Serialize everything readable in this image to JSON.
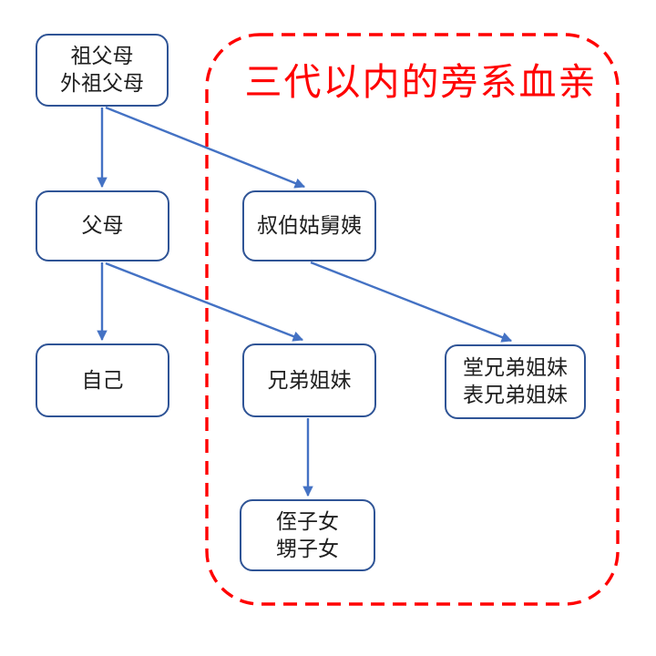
{
  "diagram": {
    "region": {
      "label": "三代以内的旁系血亲",
      "border_style": "dashed",
      "border_color": "#FF0000",
      "label_color": "#FF0000"
    },
    "colors": {
      "node_border": "#2F5496",
      "connector": "#4472C4",
      "node_text": "#1F1F1F",
      "background": "#FFFFFF"
    },
    "nodes": [
      {
        "id": "grandparents",
        "lines": [
          "祖父母",
          "外祖父母"
        ]
      },
      {
        "id": "parents",
        "lines": [
          "父母"
        ]
      },
      {
        "id": "uncles-aunts",
        "lines": [
          "叔伯姑舅姨"
        ]
      },
      {
        "id": "self",
        "lines": [
          "自己"
        ]
      },
      {
        "id": "siblings",
        "lines": [
          "兄弟姐妹"
        ]
      },
      {
        "id": "cousins",
        "lines": [
          "堂兄弟姐妹",
          "表兄弟姐妹"
        ]
      },
      {
        "id": "nephews-nieces",
        "lines": [
          "侄子女",
          "甥子女"
        ]
      }
    ],
    "edges": [
      {
        "from": "grandparents",
        "to": "parents"
      },
      {
        "from": "grandparents",
        "to": "uncles-aunts"
      },
      {
        "from": "parents",
        "to": "self"
      },
      {
        "from": "parents",
        "to": "siblings"
      },
      {
        "from": "uncles-aunts",
        "to": "cousins"
      },
      {
        "from": "siblings",
        "to": "nephews-nieces"
      }
    ]
  }
}
